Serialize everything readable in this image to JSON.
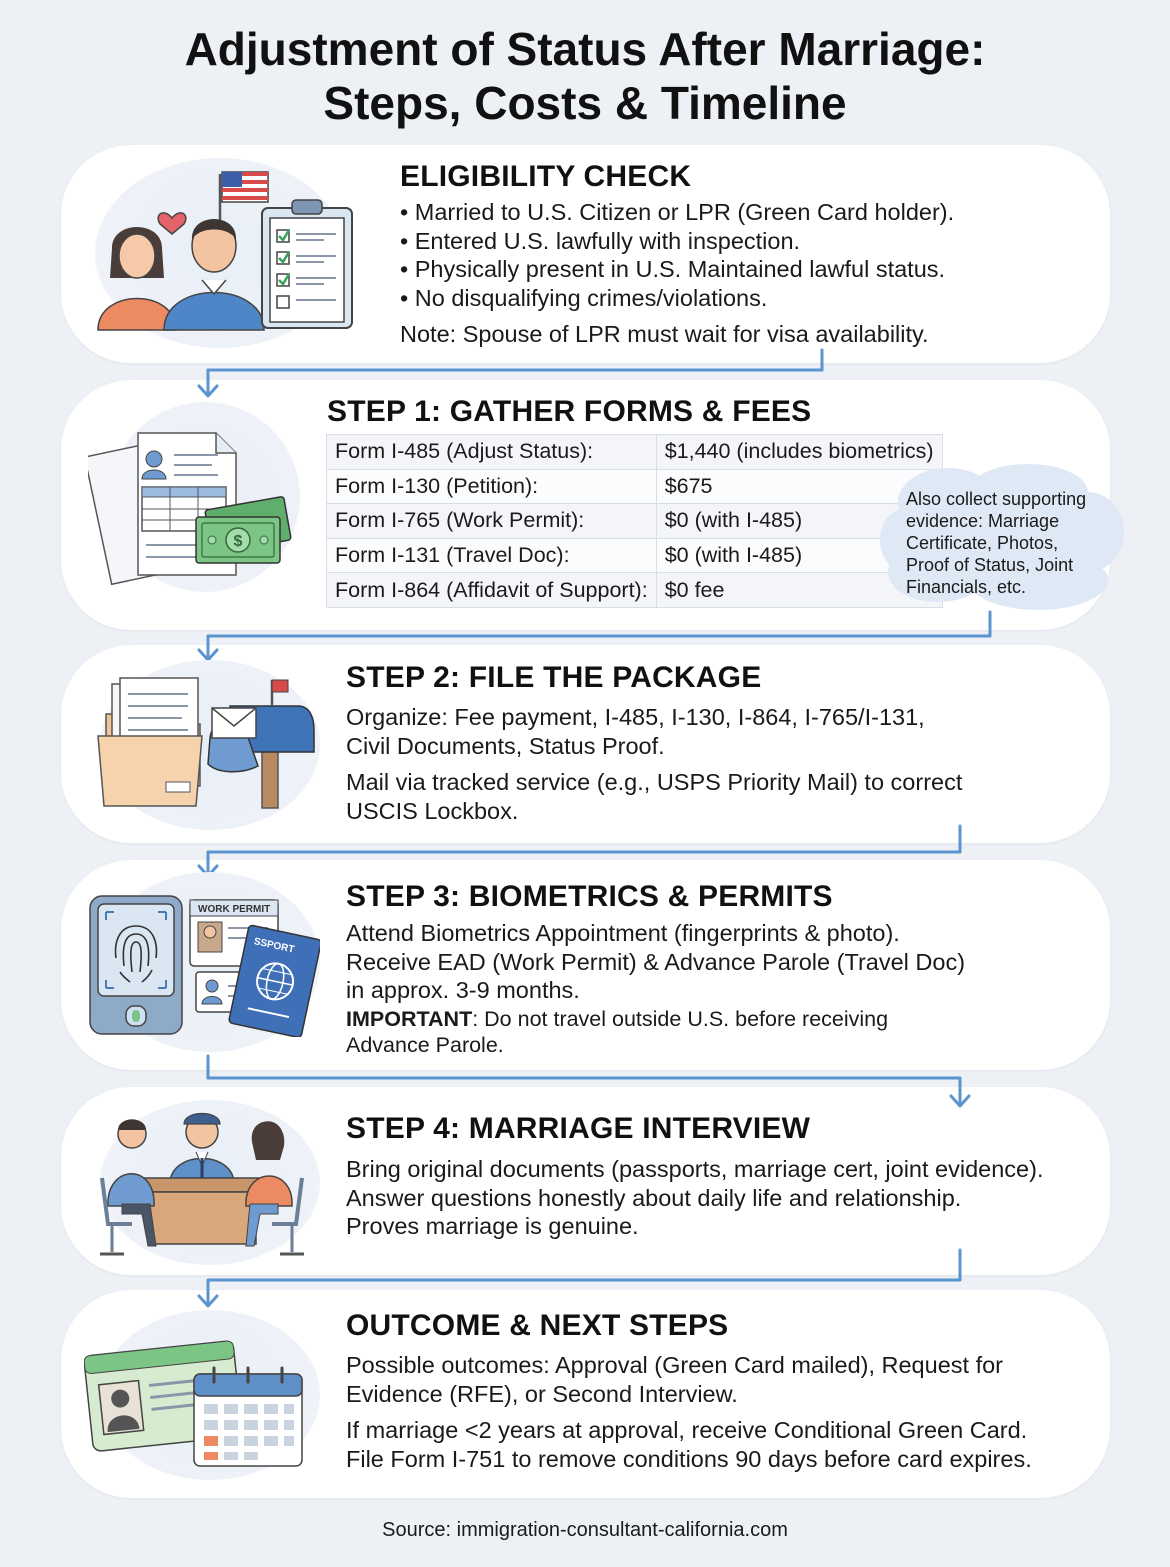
{
  "title": {
    "line1": "Adjustment of Status After Marriage:",
    "line2": "Steps, Costs & Timeline"
  },
  "eligibility": {
    "heading": "ELIGIBILITY CHECK",
    "bullets": [
      "• Married to U.S. Citizen or LPR (Green Card holder).",
      "• Entered U.S. lawfully with inspection.",
      "• Physically present in U.S. Maintained lawful status.",
      "• No disqualifying crimes/violations."
    ],
    "note": "Note: Spouse of LPR must wait for visa availability."
  },
  "step1": {
    "heading": "STEP 1: GATHER FORMS & FEES",
    "fees": [
      {
        "form": "Form I-485 (Adjust Status):",
        "fee": "$1,440 (includes biometrics)"
      },
      {
        "form": "Form I-130 (Petition):",
        "fee": "$675"
      },
      {
        "form": "Form I-765 (Work Permit):",
        "fee": "$0 (with I-485)"
      },
      {
        "form": "Form I-131 (Travel Doc):",
        "fee": "$0 (with I-485)"
      },
      {
        "form": "Form I-864 (Affidavit of Support):",
        "fee": "$0 fee"
      }
    ],
    "note_lines": [
      "Also collect supporting",
      "evidence: Marriage",
      "Certificate, Photos,",
      "Proof of Status, Joint",
      "Financials, etc."
    ]
  },
  "step2": {
    "heading": "STEP 2: FILE THE PACKAGE",
    "lines": [
      "Organize: Fee payment, I-485, I-130, I-864, I-765/I-131,",
      "Civil Documents, Status Proof.",
      "Mail via tracked service (e.g., USPS Priority Mail) to correct",
      "USCIS Lockbox."
    ]
  },
  "step3": {
    "heading": "STEP 3: BIOMETRICS & PERMITS",
    "lines": [
      "Attend Biometrics Appointment (fingerprints & photo).",
      "Receive EAD (Work Permit) & Advance Parole (Travel Doc)",
      "in approx. 3-9 months."
    ],
    "important_label": "IMPORTANT",
    "important_line1": ": Do not travel outside U.S. before receiving",
    "important_line2": "Advance Parole.",
    "work_permit_label": "WORK PERMIT",
    "passport_label": "SSPORT"
  },
  "step4": {
    "heading": "STEP 4: MARRIAGE INTERVIEW",
    "lines": [
      "Bring original documents (passports, marriage cert, joint evidence).",
      "Answer questions honestly about daily life and relationship.",
      "Proves marriage is genuine."
    ]
  },
  "outcome": {
    "heading": "OUTCOME & NEXT STEPS",
    "lines": [
      "Possible outcomes: Approval (Green Card mailed), Request for",
      "Evidence (RFE), or Second Interview.",
      "If marriage <2 years at approval, receive Conditional Green Card.",
      "File Form I-751 to remove conditions 90 days before card expires."
    ]
  },
  "source": "Source: immigration-consultant-california.com",
  "colors": {
    "background": "#edf1f6",
    "connector": "#5b95cf",
    "card": "#ffffff"
  },
  "icons": [
    "couple-icon",
    "us-flag-icon",
    "heart-icon",
    "checklist-icon",
    "documents-icon",
    "money-icon",
    "folder-icon",
    "mailbox-icon",
    "envelope-icon",
    "fingerprint-scanner-icon",
    "work-permit-icon",
    "passport-icon",
    "interview-icon",
    "green-card-icon",
    "calendar-icon"
  ]
}
